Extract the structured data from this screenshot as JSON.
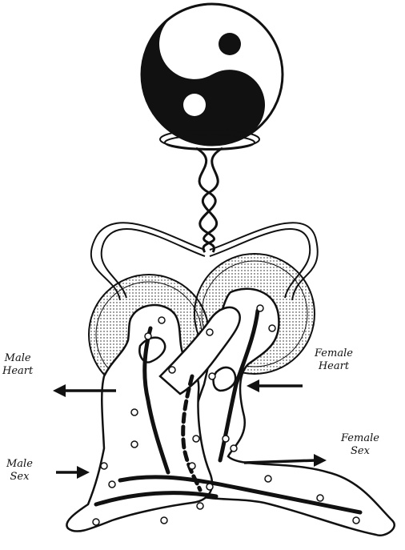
{
  "labels": {
    "male_heart": {
      "line1": "Male",
      "line2": "Heart"
    },
    "female_heart": {
      "line1": "Female",
      "line2": "Heart"
    },
    "male_sex": {
      "line1": "Male",
      "line2": "Sex"
    },
    "female_sex": {
      "line1": "Female",
      "line2": "Sex"
    }
  },
  "colors": {
    "ink": "#111111",
    "paper": "#ffffff"
  },
  "symbols": {
    "top": "yin-yang-icon"
  }
}
